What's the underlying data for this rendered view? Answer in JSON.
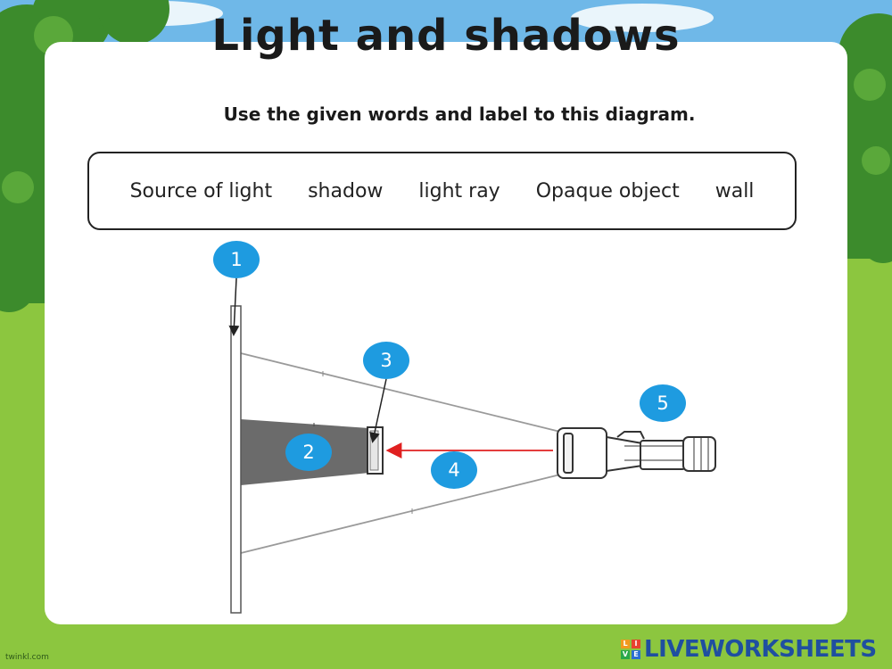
{
  "page": {
    "title": "Light and shadows",
    "instruction": "Use the given words and label to this diagram."
  },
  "word_bank": [
    "Source of light",
    "shadow",
    "light ray",
    "Opaque object",
    "wall"
  ],
  "labels": [
    "1",
    "2",
    "3",
    "4",
    "5"
  ],
  "footer": {
    "brand": "LIVEWORKSHEETS",
    "logo_letters": [
      "L",
      "I",
      "V",
      "E"
    ],
    "credit": "twinkl.com"
  },
  "colors": {
    "sky": "#6fb8e8",
    "grass": "#8cc63f",
    "trees": "#3c8b2c",
    "badge": "#1e9be0",
    "ray_arrow": "#e02020",
    "shadow": "#6b6b6b"
  },
  "icons": [
    "flashlight-icon"
  ]
}
